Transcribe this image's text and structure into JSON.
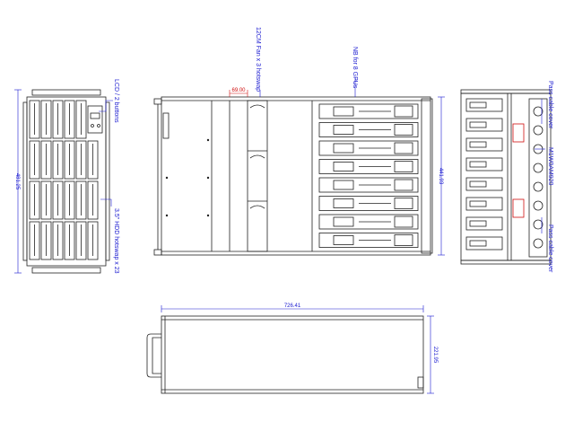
{
  "annotations": {
    "lcd": "LCD / 2 buttons",
    "hdd": "3.5\" HDD hotswap x 23",
    "fan": "12CM Fan x 3 hotswap",
    "gpu": "NB for 8 GPUs",
    "pass_cable_top": "Pass cable cover",
    "mb": "M1W0AM920",
    "pass_cable_bottom": "Pass cable cover"
  },
  "dimensions": {
    "front_height": "481.25",
    "top_depth": "441.93",
    "fan_offset": "69.00",
    "side_length": "726.41",
    "side_height": "221.95"
  },
  "colors": {
    "line": "#222222",
    "dimension": "#1a1ad0",
    "highlight": "#d01010"
  }
}
